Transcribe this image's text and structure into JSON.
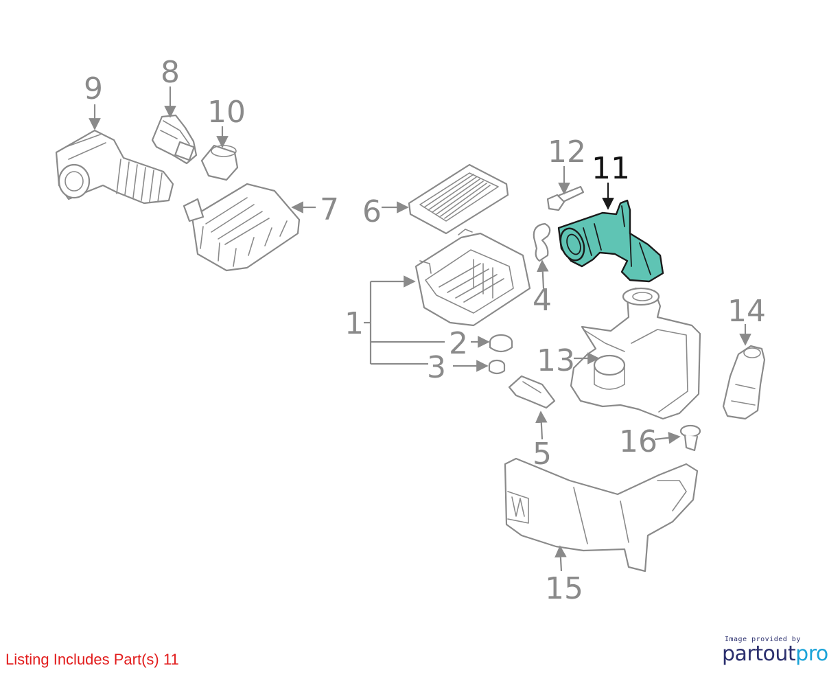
{
  "diagram": {
    "callouts": [
      "1",
      "2",
      "3",
      "4",
      "5",
      "6",
      "7",
      "8",
      "9",
      "10",
      "11",
      "12",
      "13",
      "14",
      "15",
      "16"
    ],
    "highlighted_part": "11",
    "highlight_color": "#5fc4b4",
    "callout_color": "#8a8a8a"
  },
  "footer": {
    "listing_text": "Listing Includes Part(s) 11",
    "listing_color": "#e21c1c",
    "credit_small": "Image provided by",
    "credit_brand_main": "partout",
    "credit_brand_accent": "pro"
  }
}
